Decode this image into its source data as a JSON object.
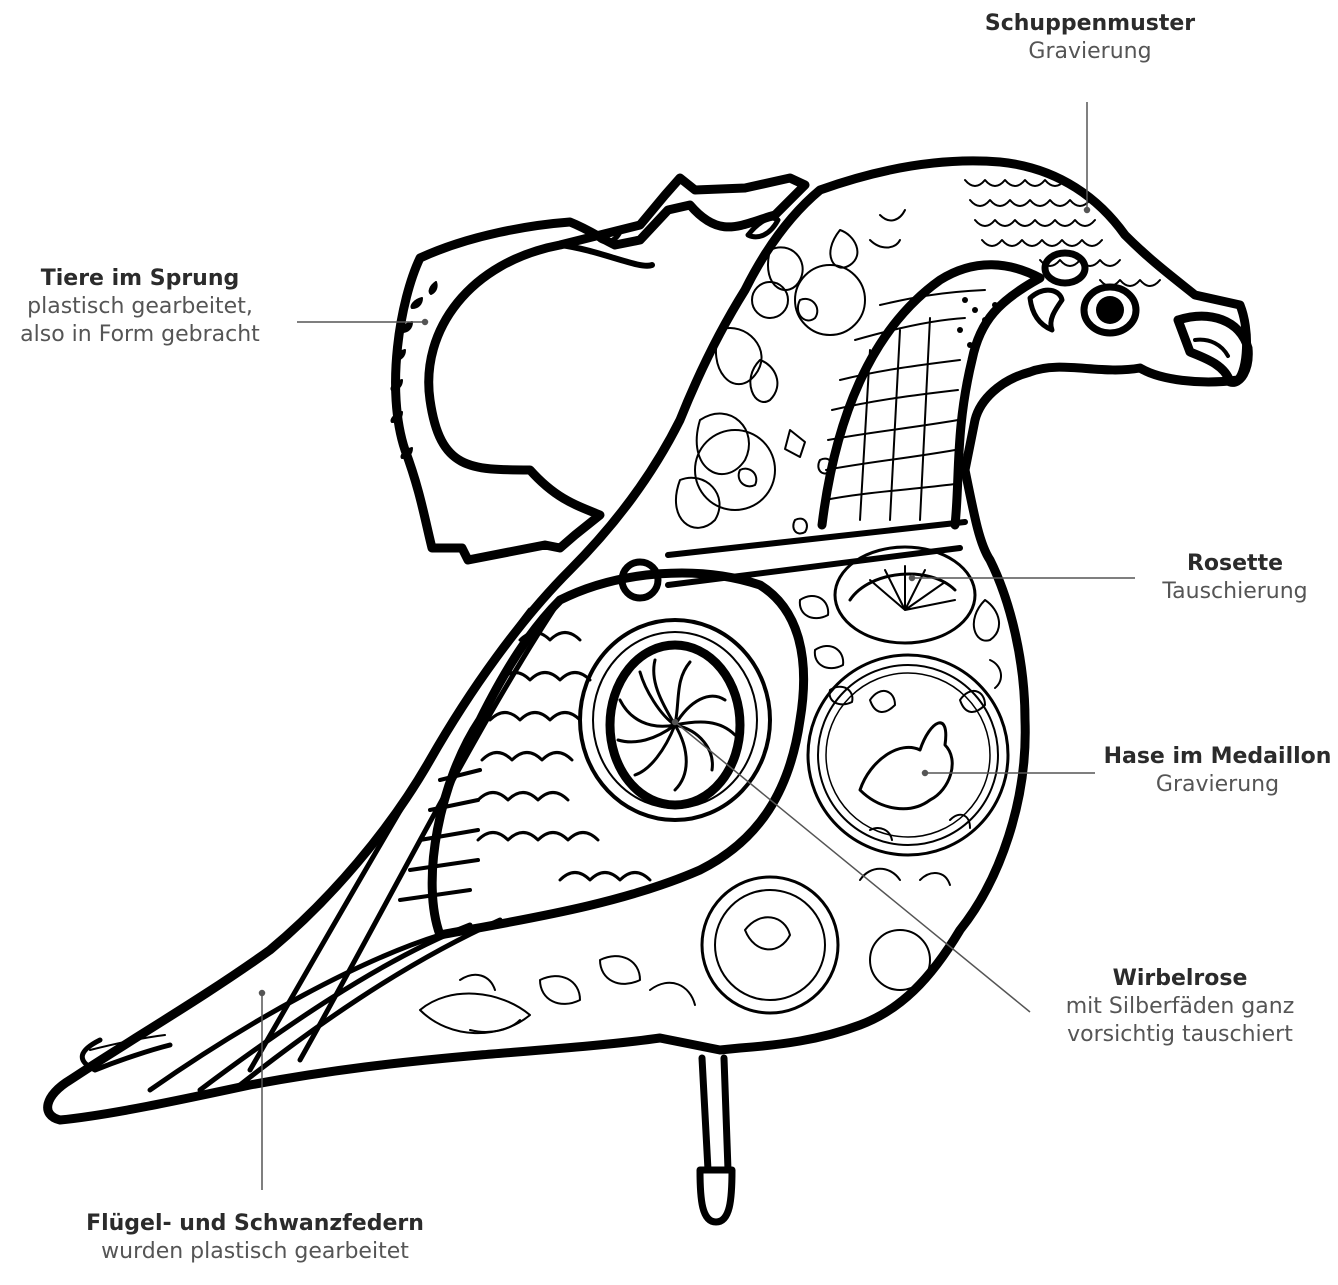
{
  "annotations": {
    "schuppenmuster": {
      "title": "Schuppenmuster",
      "lines": [
        "Gravierung"
      ]
    },
    "tiere": {
      "title": "Tiere im Sprung",
      "lines": [
        "plastisch gearbeitet,",
        "also in Form gebracht"
      ]
    },
    "rosette": {
      "title": "Rosette",
      "lines": [
        "Tauschierung"
      ]
    },
    "hase": {
      "title": "Hase im Medaillon",
      "lines": [
        "Gravierung"
      ]
    },
    "wirbelrose": {
      "title": "Wirbelrose",
      "lines": [
        "mit Silberfäden ganz",
        "vorsichtig tauschiert"
      ]
    },
    "federn": {
      "title": "Flügel- und Schwanzfedern",
      "lines": [
        "wurden plastisch gearbeitet"
      ]
    }
  },
  "colors": {
    "outline": "#000000",
    "leader": "#555555",
    "text": "#3a3a3a",
    "background": "#ffffff"
  }
}
